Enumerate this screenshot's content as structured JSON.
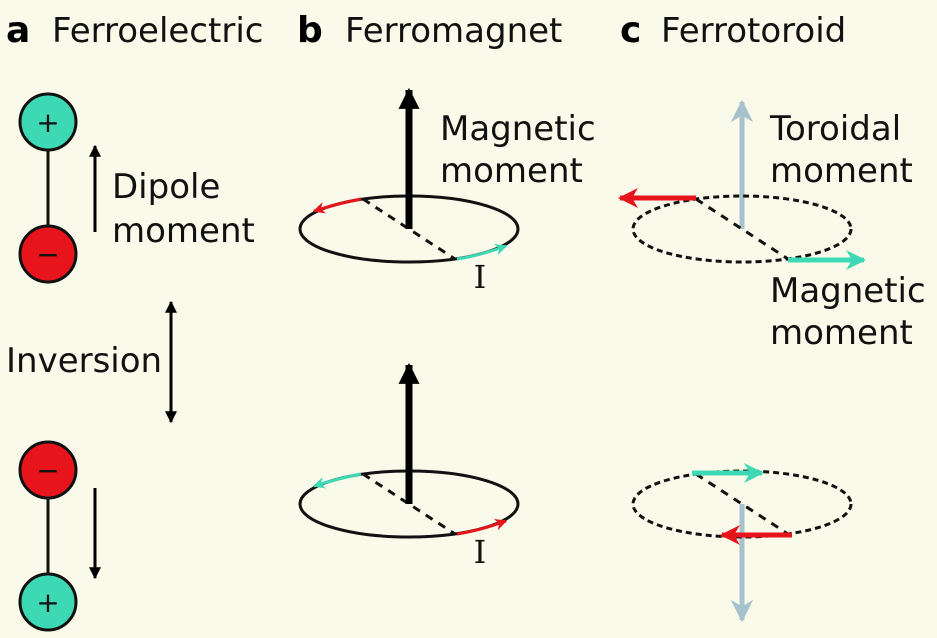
{
  "panels": [
    {
      "letter": "a",
      "title": "Ferroelectric"
    },
    {
      "letter": "b",
      "title": "Ferromagnet"
    },
    {
      "letter": "c",
      "title": "Ferrotoroid"
    }
  ],
  "labels": {
    "dipole_line1": "Dipole",
    "dipole_line2": "moment",
    "inversion": "Inversion",
    "magnetic_line1": "Magnetic",
    "magnetic_line2": "moment",
    "toroidal_line1": "Toroidal",
    "toroidal_line2": "moment",
    "c_magnetic_line1": "Magnetic",
    "c_magnetic_line2": "moment",
    "current_top": "I",
    "current_bottom": "I"
  },
  "charges": {
    "plus": "+",
    "minus": "−"
  },
  "colors": {
    "background": "#fafaeb",
    "positive": "#3dd9b4",
    "negative": "#e8141c",
    "toroidal": "#a6c3cc",
    "cyan_arrow": "#3dd9b4",
    "red_arrow": "#e8141c"
  }
}
